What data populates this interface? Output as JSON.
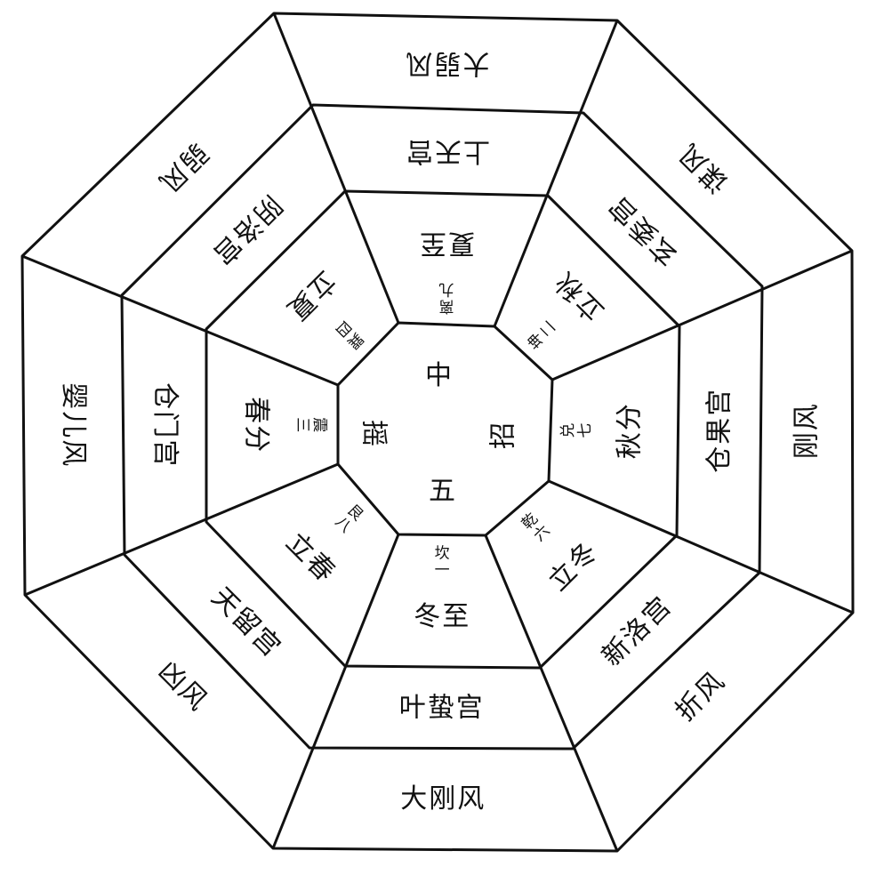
{
  "diagram": {
    "line_color": "#111111",
    "background": "#ffffff",
    "center": {
      "top": "中",
      "bottom": "五",
      "right": "招",
      "left": "摇"
    },
    "sectors": [
      {
        "position": "top",
        "wind": "大弱风",
        "palace": "上天宫",
        "term": "夏至",
        "trigram": "离九"
      },
      {
        "position": "top-right",
        "wind": "谋风",
        "palace": "玄委宫",
        "term": "立秋",
        "trigram": "坤二"
      },
      {
        "position": "right",
        "wind": "刚风",
        "palace": "仓果宫",
        "term": "秋分",
        "trigram": "兑七"
      },
      {
        "position": "bottom-right",
        "wind": "折风",
        "palace": "新洛宫",
        "term": "立冬",
        "trigram": "乾六"
      },
      {
        "position": "bottom",
        "wind": "大刚风",
        "palace": "叶蛰宫",
        "term": "冬至",
        "trigram": "坎一"
      },
      {
        "position": "bottom-left",
        "wind": "凶风",
        "palace": "天留宫",
        "term": "立春",
        "trigram": "艮八"
      },
      {
        "position": "left",
        "wind": "婴儿风",
        "palace": "仓门宫",
        "term": "春分",
        "trigram": "震三"
      },
      {
        "position": "top-left",
        "wind": "弱风",
        "palace": "阴洛宫",
        "term": "立夏",
        "trigram": "巽四"
      }
    ]
  }
}
